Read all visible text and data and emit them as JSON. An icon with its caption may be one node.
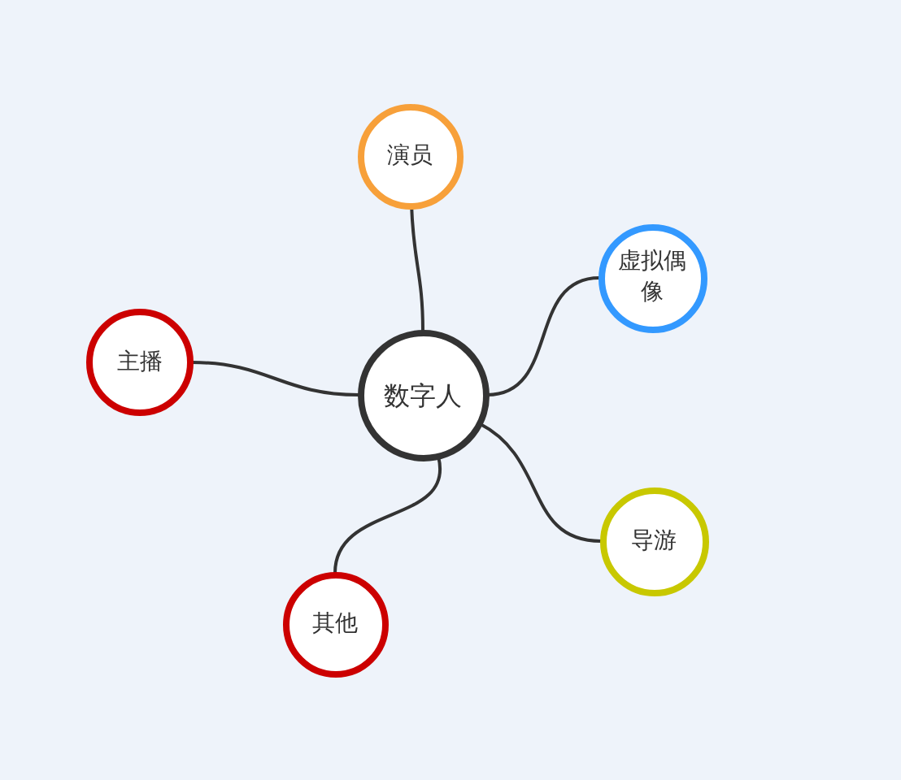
{
  "diagram": {
    "nodes": [
      {
        "text": [
          "数字人"
        ]
      },
      {
        "text": [
          "演员"
        ]
      },
      {
        "text": [
          "虚拟偶像"
        ]
      },
      {
        "text": [
          "主播"
        ]
      },
      {
        "text": [
          "导游"
        ]
      },
      {
        "text": [
          "其他"
        ]
      }
    ],
    "edges": [
      {
        "from": 0,
        "to": 1,
        "arrow": "none"
      },
      {
        "from": 0,
        "to": 2,
        "arrow": "none"
      },
      {
        "from": 0,
        "to": 3,
        "arrow": "none"
      },
      {
        "from": 0,
        "to": 4,
        "arrow": "none"
      },
      {
        "from": 0,
        "to": 5,
        "arrow": "none"
      }
    ]
  }
}
